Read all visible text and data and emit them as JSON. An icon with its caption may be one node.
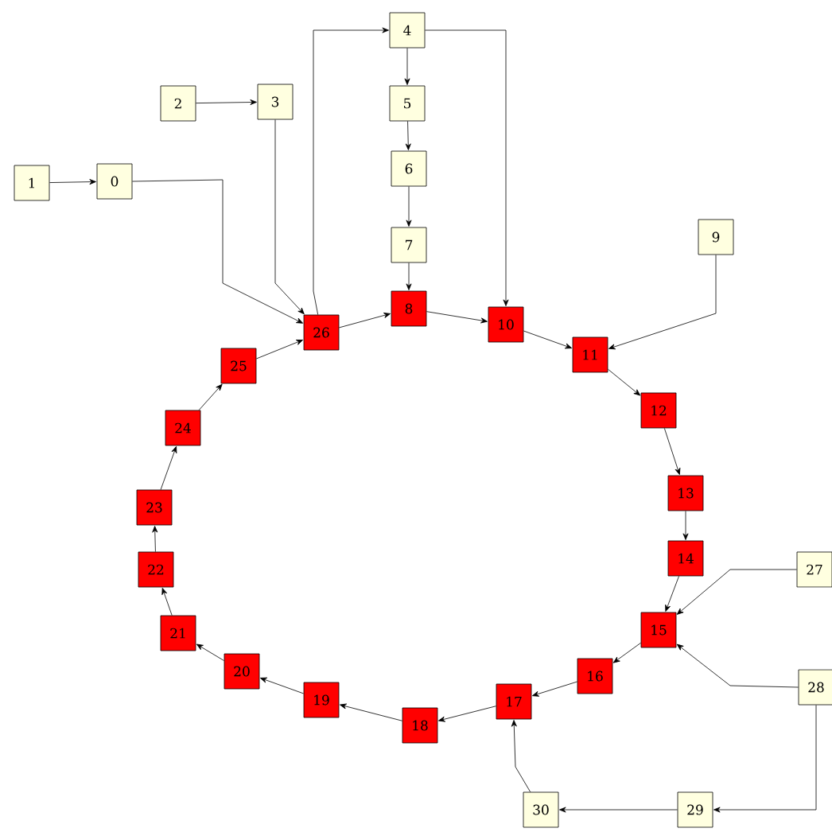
{
  "diagram": {
    "nodes": [
      {
        "text": [
          "0"
        ]
      },
      {
        "text": [
          "1"
        ]
      },
      {
        "text": [
          "2"
        ]
      },
      {
        "text": [
          "3"
        ]
      },
      {
        "text": [
          "4"
        ]
      },
      {
        "text": [
          "5"
        ]
      },
      {
        "text": [
          "6"
        ]
      },
      {
        "text": [
          "7"
        ]
      },
      {
        "text": [
          "8"
        ]
      },
      {
        "text": [
          "9"
        ]
      },
      {
        "text": [
          "10"
        ]
      },
      {
        "text": [
          "11"
        ]
      },
      {
        "text": [
          "12"
        ]
      },
      {
        "text": [
          "13"
        ]
      },
      {
        "text": [
          "14"
        ]
      },
      {
        "text": [
          "15"
        ]
      },
      {
        "text": [
          "16"
        ]
      },
      {
        "text": [
          "17"
        ]
      },
      {
        "text": [
          "18"
        ]
      },
      {
        "text": [
          "19"
        ]
      },
      {
        "text": [
          "20"
        ]
      },
      {
        "text": [
          "21"
        ]
      },
      {
        "text": [
          "22"
        ]
      },
      {
        "text": [
          "23"
        ]
      },
      {
        "text": [
          "24"
        ]
      },
      {
        "text": [
          "25"
        ]
      },
      {
        "text": [
          "26"
        ]
      },
      {
        "text": [
          "27"
        ]
      },
      {
        "text": [
          "28"
        ]
      },
      {
        "text": [
          "29"
        ]
      },
      {
        "text": [
          "30"
        ]
      }
    ],
    "edges": [
      {
        "from": 1,
        "to": 0,
        "arrow": "to"
      },
      {
        "from": 2,
        "to": 3,
        "arrow": "to"
      },
      {
        "from": 0,
        "to": 26,
        "arrow": "to"
      },
      {
        "from": 3,
        "to": 26,
        "arrow": "to"
      },
      {
        "from": 26,
        "to": 4,
        "arrow": "to"
      },
      {
        "from": 4,
        "to": 5,
        "arrow": "to"
      },
      {
        "from": 4,
        "to": 10,
        "arrow": "to"
      },
      {
        "from": 5,
        "to": 6,
        "arrow": "to"
      },
      {
        "from": 6,
        "to": 7,
        "arrow": "to"
      },
      {
        "from": 7,
        "to": 8,
        "arrow": "to"
      },
      {
        "from": 26,
        "to": 8,
        "arrow": "to"
      },
      {
        "from": 8,
        "to": 10,
        "arrow": "to"
      },
      {
        "from": 10,
        "to": 11,
        "arrow": "to"
      },
      {
        "from": 9,
        "to": 11,
        "arrow": "to"
      },
      {
        "from": 11,
        "to": 12,
        "arrow": "to"
      },
      {
        "from": 12,
        "to": 13,
        "arrow": "to"
      },
      {
        "from": 13,
        "to": 14,
        "arrow": "to"
      },
      {
        "from": 14,
        "to": 15,
        "arrow": "to"
      },
      {
        "from": 27,
        "to": 15,
        "arrow": "to"
      },
      {
        "from": 28,
        "to": 15,
        "arrow": "to"
      },
      {
        "from": 15,
        "to": 16,
        "arrow": "to"
      },
      {
        "from": 16,
        "to": 17,
        "arrow": "to"
      },
      {
        "from": 17,
        "to": 18,
        "arrow": "to"
      },
      {
        "from": 18,
        "to": 19,
        "arrow": "to"
      },
      {
        "from": 19,
        "to": 20,
        "arrow": "to"
      },
      {
        "from": 20,
        "to": 21,
        "arrow": "to"
      },
      {
        "from": 21,
        "to": 22,
        "arrow": "to"
      },
      {
        "from": 22,
        "to": 23,
        "arrow": "to"
      },
      {
        "from": 23,
        "to": 24,
        "arrow": "to"
      },
      {
        "from": 24,
        "to": 25,
        "arrow": "to"
      },
      {
        "from": 25,
        "to": 26,
        "arrow": "to"
      },
      {
        "from": 28,
        "to": 29,
        "arrow": "to"
      },
      {
        "from": 29,
        "to": 30,
        "arrow": "to"
      },
      {
        "from": 30,
        "to": 17,
        "arrow": "to"
      }
    ]
  }
}
